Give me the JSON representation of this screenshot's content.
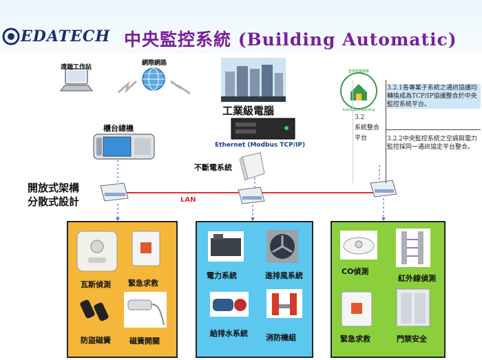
{
  "header": {
    "logo": "EDATECH",
    "title": "中央監控系統 (Building Automatic)"
  },
  "network": {
    "remote_station": "遠端工作站",
    "internet": "網際網路",
    "industrial_pc": "工業級電腦",
    "console": "櫃台總機",
    "ethernet": "Ethernet (Modbus TCP/IP)",
    "ups": "不斷電系統",
    "open_arch_1": "開放式架構",
    "open_arch_2": "分散式設計",
    "lan": "LAN"
  },
  "spec": {
    "badge_top": "智慧建築標章",
    "badge_bottom": "Intelligent Building",
    "section_num": "3.2",
    "section_name": "系統整合平台",
    "item1": "3.2.1各專業子系統之通訊協議均轉換成為TCP/IP協議整合於中央監控系統平台。",
    "item2": "3.2.2中央監控系統之空調與電力監控採同一通訊協定平台整合。"
  },
  "groups": [
    {
      "items": [
        "瓦斯偵測",
        "緊急求救",
        "防盜磁簧",
        "磁簧開關"
      ]
    },
    {
      "items": [
        "電力系統",
        "進排風系統",
        "給排水系統",
        "消防機組"
      ]
    },
    {
      "items": [
        "CO偵測",
        "紅外線偵測",
        "緊急求救",
        "門禁安全"
      ]
    }
  ],
  "colors": {
    "title": "#7a1f99",
    "group1": "#f5b73a",
    "group2": "#5cc7ef",
    "group3": "#8ccf3c",
    "lan_line": "#e03030"
  }
}
